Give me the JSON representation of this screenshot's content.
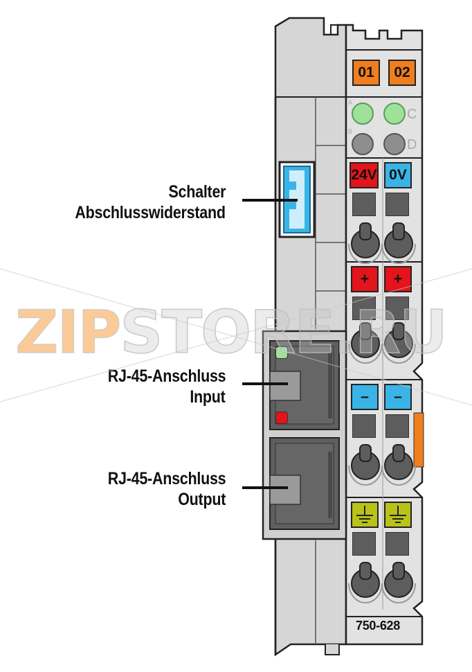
{
  "labels": {
    "switch_line1": "Schalter",
    "switch_line2": "Abschlusswiderstand",
    "rj45_input_line1": "RJ-45-Anschluss",
    "rj45_input_line2": "Input",
    "rj45_output_line1": "RJ-45-Anschluss",
    "rj45_output_line2": "Output"
  },
  "terminal": {
    "top_tags": [
      "01",
      "02"
    ],
    "led_letters": {
      "a": "A",
      "b": "B",
      "c": "C",
      "d": "D"
    },
    "supply_tags": [
      "24V",
      "0V"
    ],
    "plus_tags": [
      "+",
      "+"
    ],
    "minus_tags": [
      "–",
      "–"
    ],
    "ground_icon": "ground-icon"
  },
  "model_number": "750-628",
  "watermark": {
    "zip": "ZIP",
    "store": "STORE",
    "ru": ".RU"
  },
  "colors": {
    "housing": "#d9d9d9",
    "orange": "#f07d1e",
    "red": "#e3141b",
    "blue": "#3ab4e6",
    "green_led": "#9ee29a",
    "grey_led": "#8e8e8e",
    "ground": "#b8c219",
    "rj45_body": "#5f5f5f"
  }
}
